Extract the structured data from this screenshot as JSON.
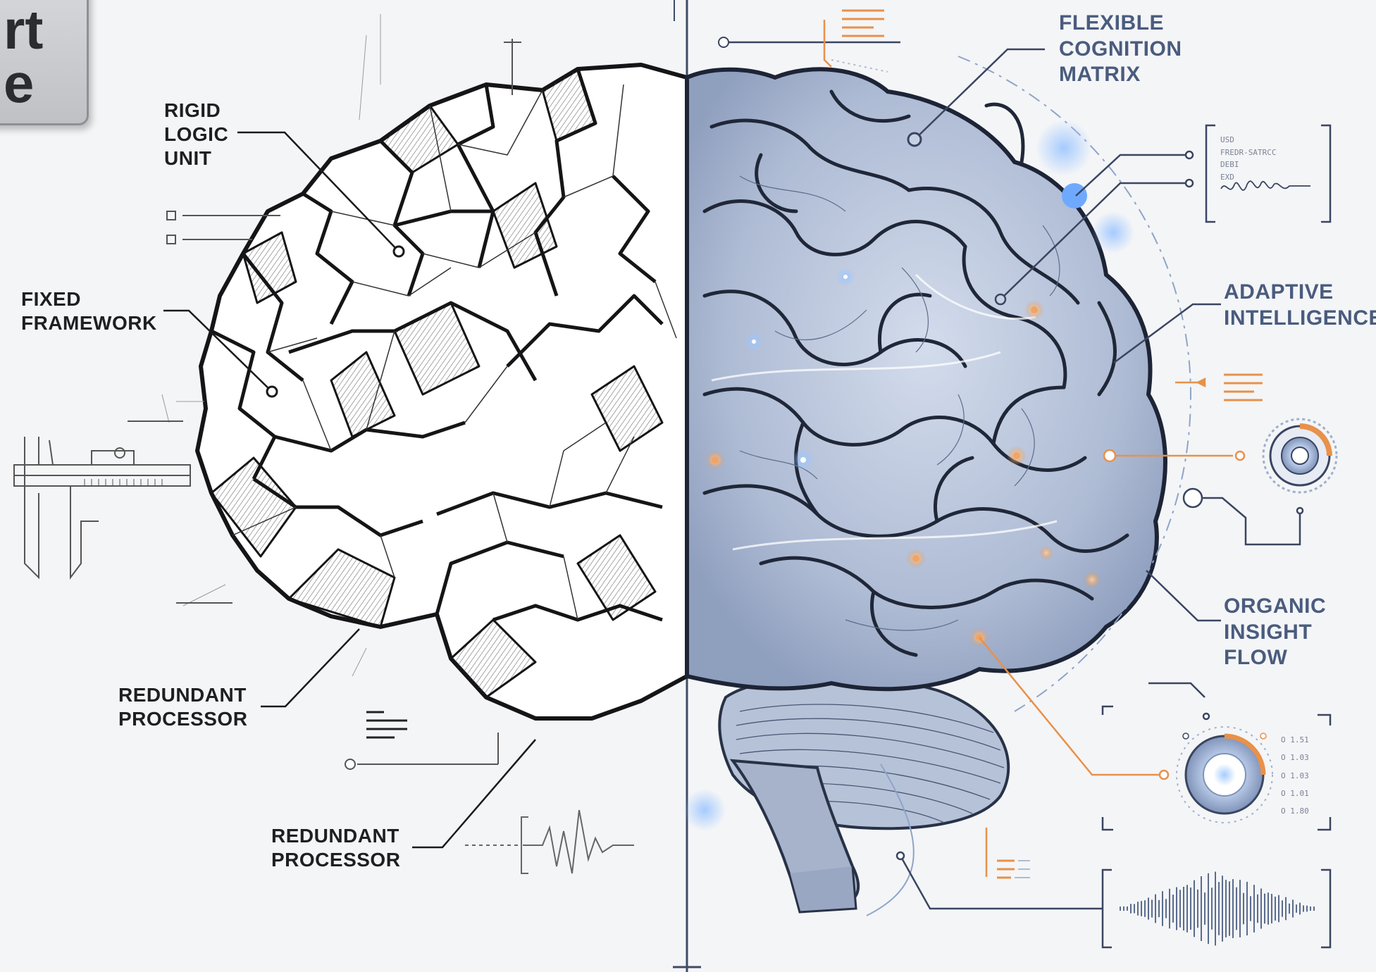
{
  "title_box": {
    "line1": "rt",
    "line2": "e"
  },
  "left_labels": [
    {
      "text": "RIGID\nLOGIC\nUNIT"
    },
    {
      "text": "FIXED\nFRAMEWORK"
    },
    {
      "text": "REDUNDANT\nPROCESSOR"
    },
    {
      "text": "REDUNDANT\nPROCESSOR"
    }
  ],
  "right_labels": [
    {
      "text": "FLEXIBLE\nCOGNITION\nMATRIX"
    },
    {
      "text": "ADAPTIVE\nINTELLIGENCE"
    },
    {
      "text": "ORGANIC\nINSIGHT FLOW"
    }
  ],
  "data_panel": {
    "text": "USD\nFREDR-SATRCC\nDEBI\nEXD"
  },
  "readout_list": {
    "text": "O 1.51\nO 1.03\nO 1.03\nO 1.01\nO 1.80"
  },
  "colors": {
    "ink": "#1f1f22",
    "label_blue": "#4a5c7e",
    "brain_blue": "#a9b8d2",
    "accent_orange": "#e8914a",
    "glow_blue": "#6fa9ff",
    "background": "#f4f5f7"
  },
  "icons": [
    "caliper-icon",
    "dial-gauge-icon",
    "waveform-icon",
    "checkbox-icon",
    "text-lines-icon"
  ]
}
